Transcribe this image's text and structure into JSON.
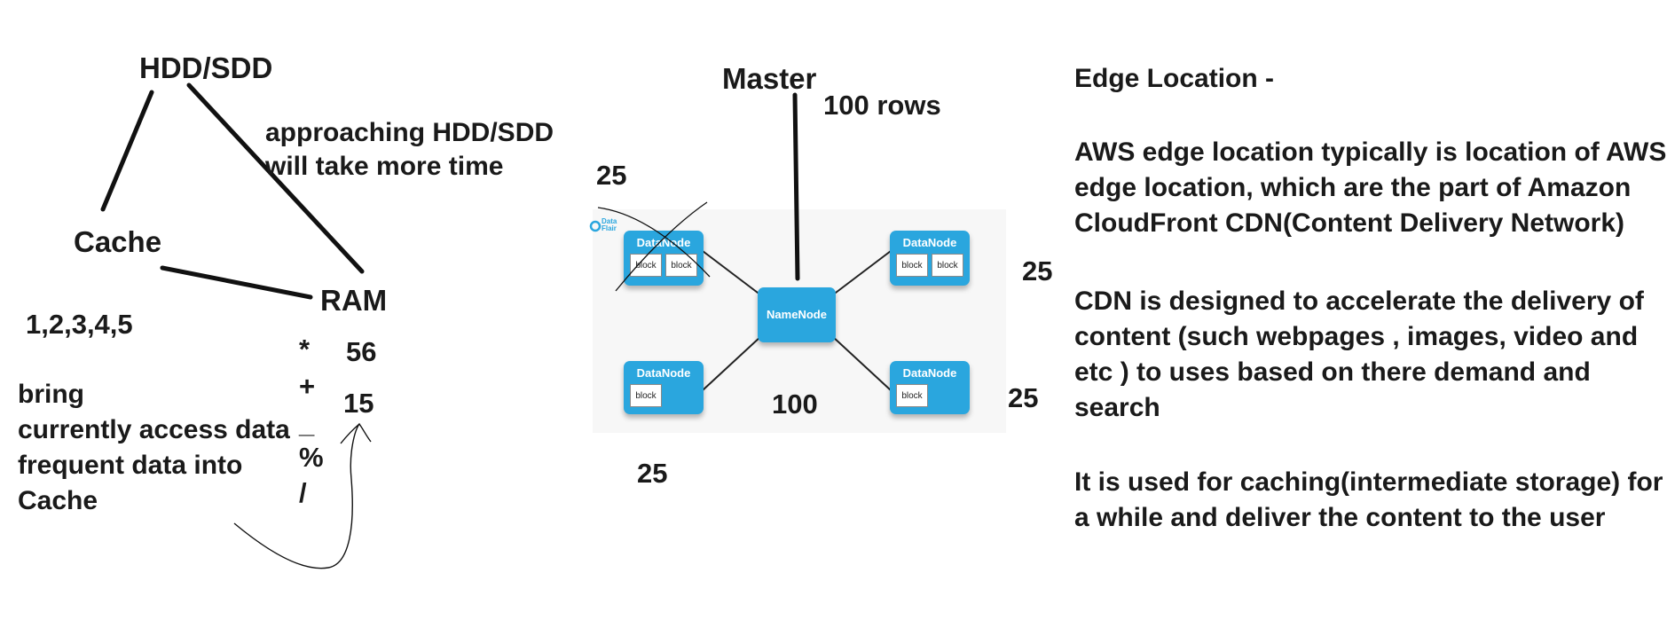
{
  "cache_diagram": {
    "hdd_label": "HDD/SDD",
    "approach_note": [
      "approaching HDD/SDD",
      "will take more time"
    ],
    "cache_label": "Cache",
    "ram_label": "RAM",
    "numbers": "1,2,3,4,5",
    "ops": [
      "*",
      "+",
      "_",
      "%",
      "/"
    ],
    "val_56": "56",
    "val_15": "15",
    "bring_note": [
      "bring",
      "currently access data",
      "frequent data into",
      "Cache"
    ]
  },
  "hdfs_diagram": {
    "master_label": "Master",
    "rows_label": "100 rows",
    "namenode_label": "NameNode",
    "datanode_label": "DataNode",
    "block_label": "block",
    "brand_text": "Data Flair",
    "count_top_left": "25",
    "count_top_right": "25",
    "count_bottom_right": "25",
    "count_bottom_left": "25",
    "count_center": "100"
  },
  "edge_notes": {
    "heading": "Edge Location -",
    "para1": [
      "AWS edge location typically is location of AWS",
      "edge location, which are the part of Amazon",
      "CloudFront CDN(Content Delivery Network)"
    ],
    "para2": [
      "CDN is designed to accelerate the delivery of",
      "content (such webpages , images, video and",
      "etc ) to uses based on there demand and",
      "search"
    ],
    "para3": [
      "It is used for caching(intermediate storage) for",
      "a while and deliver the content to the user"
    ]
  },
  "colors": {
    "node_fill": "#2aa6de",
    "ink": "#111111"
  }
}
